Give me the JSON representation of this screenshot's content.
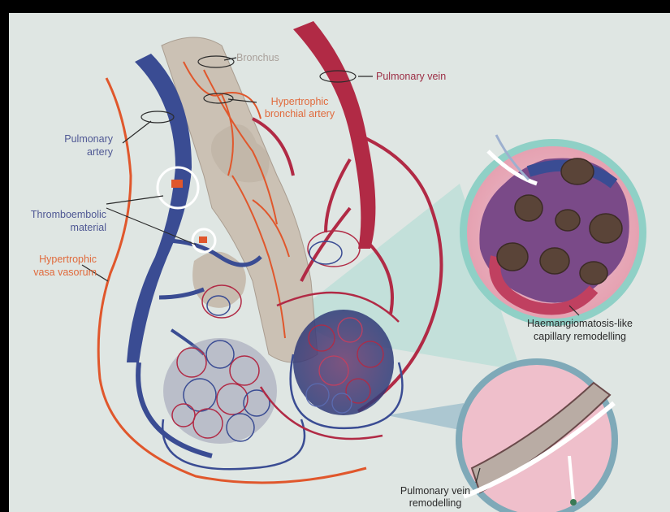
{
  "labels": {
    "bronchus": "Bronchus",
    "pulmonary_vein": "Pulmonary vein",
    "hypertrophic_bronchial_artery_1": "Hypertrophic",
    "hypertrophic_bronchial_artery_2": "bronchial artery",
    "pulmonary_artery_1": "Pulmonary",
    "pulmonary_artery_2": "artery",
    "thromboembolic_1": "Thromboembolic",
    "thromboembolic_2": "material",
    "vasa_vorum_1": "Hypertrophic",
    "vasa_vorum_2": "vasa vasorum",
    "haemangiomatosis_1": "Haemangiomatosis-like",
    "haemangiomatosis_2": "capillary remodelling",
    "vein_remodelling_1": "Pulmonary vein",
    "vein_remodelling_2": "remodelling"
  },
  "colors": {
    "background": "#dfe6e3",
    "pulmonary_artery": "#3a4c93",
    "pulmonary_vein": "#b12a45",
    "bronchial_artery": "#e0572c",
    "bronchus": "#c9bfb3",
    "inset_teal": "#8fd0c6",
    "inset_tissue": "#e9aab9"
  }
}
